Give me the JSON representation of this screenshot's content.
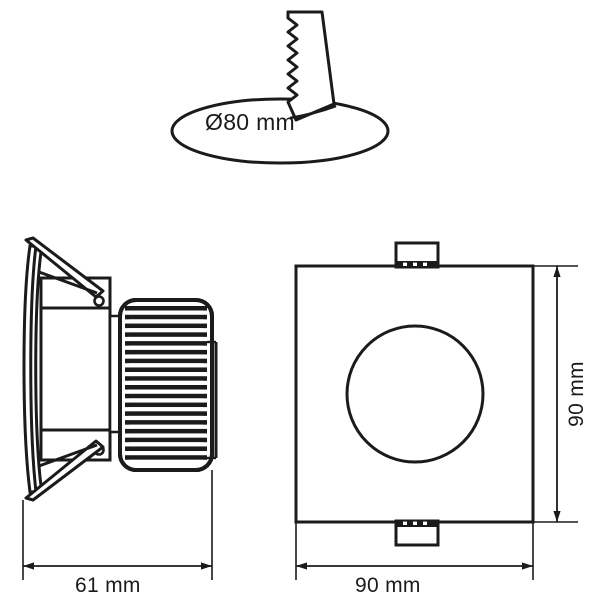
{
  "drawing": {
    "title": "LED downlight technical dimension drawing",
    "line_color": "#1b1b1b",
    "fill_color": "#ffffff",
    "background": "#ffffff",
    "views": [
      {
        "name": "cutout-view",
        "label": "Ø80 mm",
        "description": "ceiling cutout ellipse with hole saw"
      },
      {
        "name": "side-view",
        "label": "61 mm",
        "description": "side section with spring clips and heat sink fins"
      },
      {
        "name": "front-view",
        "label_width": "90 mm",
        "label_height": "90 mm",
        "description": "square bezel front face with round aperture and spring clips"
      }
    ],
    "dimensions": {
      "cutout_diameter": "Ø80 mm",
      "depth": "61 mm",
      "width": "90 mm",
      "height": "90 mm"
    },
    "units": "mm",
    "heatsink_fin_count": 18
  }
}
